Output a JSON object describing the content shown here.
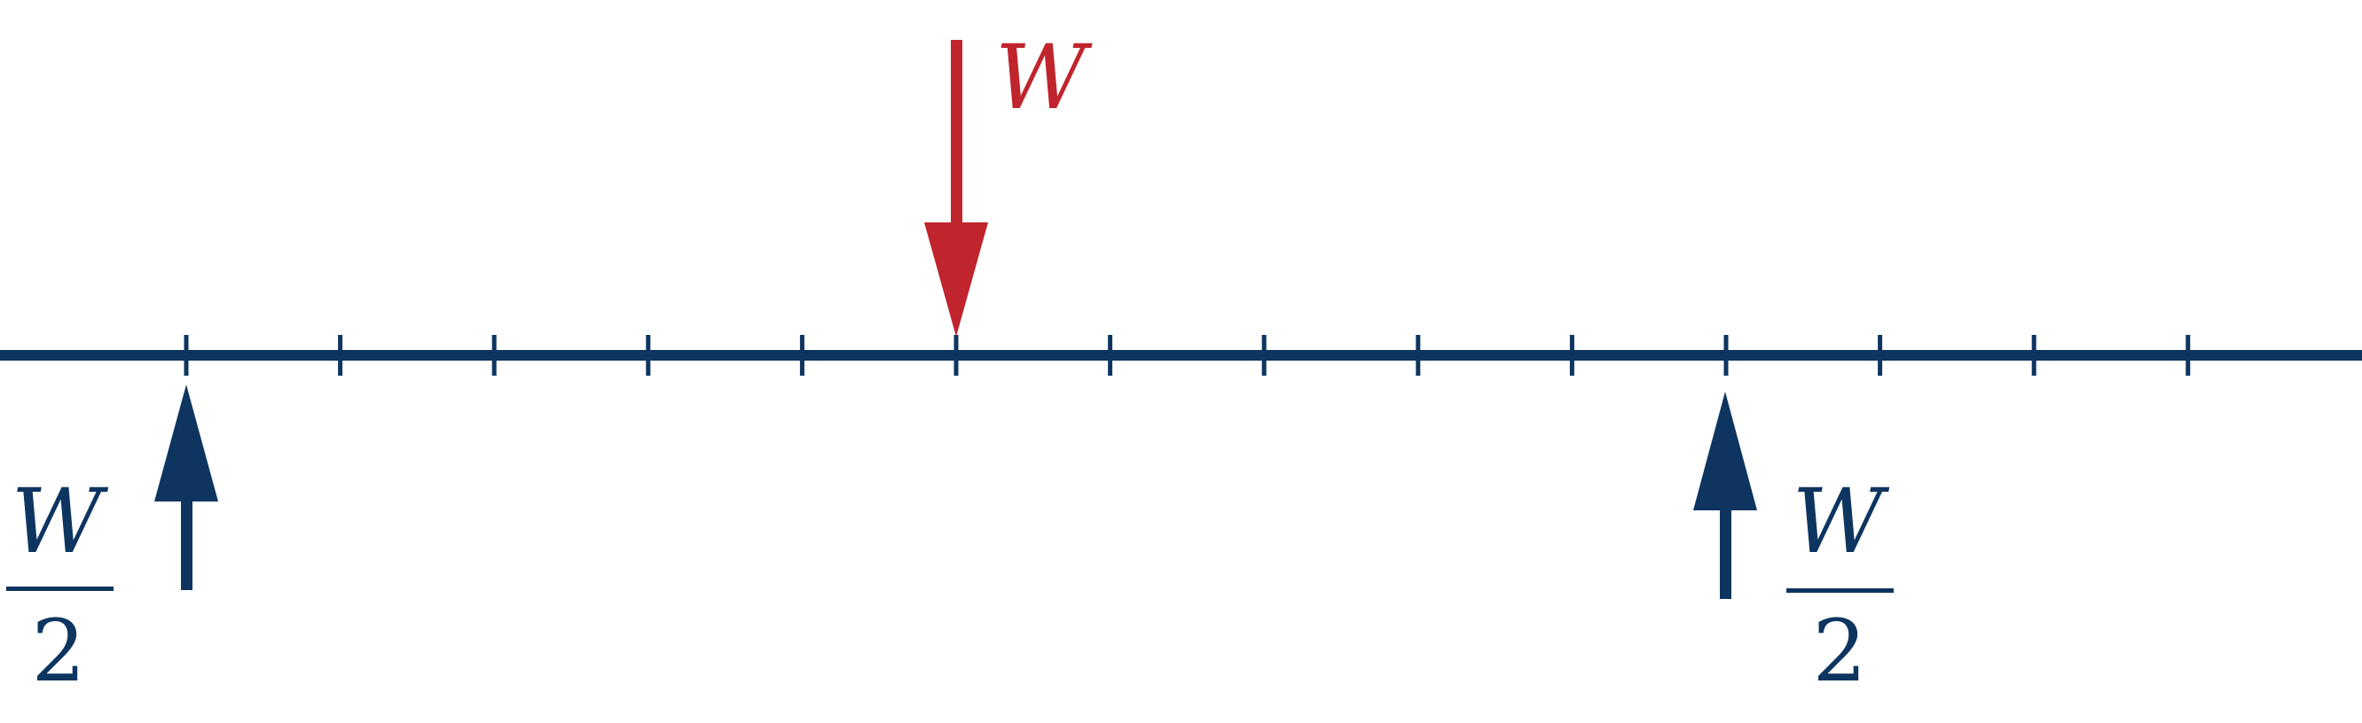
{
  "colors": {
    "beam": "#0D3560",
    "load": "#C0242C",
    "reaction": "#0D3560",
    "background": "#FFFFFF"
  },
  "beam": {
    "tick_count": 14
  },
  "load": {
    "label": "W"
  },
  "reactions": {
    "left": {
      "numerator": "W",
      "denominator": "2"
    },
    "right": {
      "numerator": "W",
      "denominator": "2"
    }
  }
}
